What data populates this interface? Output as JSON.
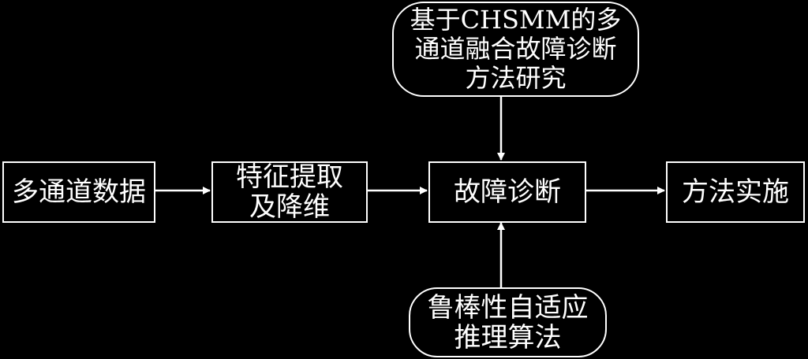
{
  "nodes": {
    "multichannel_data": {
      "text": "多通道数据"
    },
    "feature_extraction": {
      "lines": [
        "特征提取",
        "及降维"
      ]
    },
    "fault_diagnosis": {
      "text": "故障诊断"
    },
    "method_implementation": {
      "text": "方法实施"
    },
    "chsmm_research": {
      "lines": [
        "基于CHSMM的多",
        "通道融合故障诊断",
        "方法研究"
      ]
    },
    "robust_adaptive_reasoning": {
      "lines": [
        "鲁棒性自适应",
        "推理算法"
      ]
    }
  },
  "colors": {
    "background": "#000000",
    "foreground": "#ffffff"
  }
}
